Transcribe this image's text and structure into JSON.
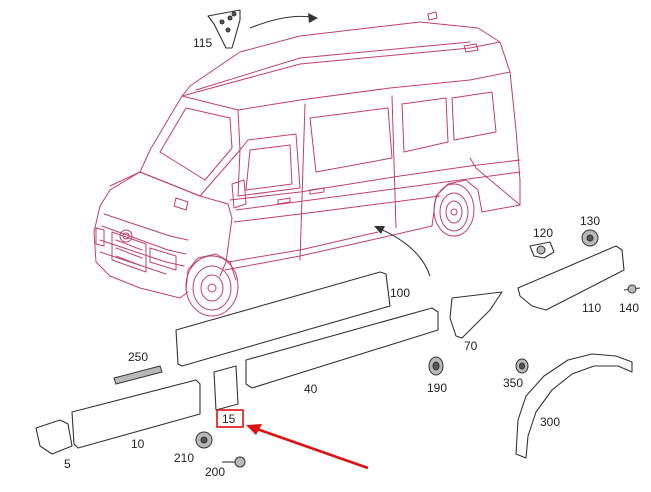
{
  "labels": {
    "p115": "115",
    "p100": "100",
    "p120": "120",
    "p130": "130",
    "p110": "110",
    "p140": "140",
    "p250": "250",
    "p70": "70",
    "p190": "190",
    "p350": "350",
    "p40": "40",
    "p300": "300",
    "p15": "15",
    "p10": "10",
    "p5": "5",
    "p210": "210",
    "p200": "200"
  },
  "colors": {
    "van_outline": "#c0406a",
    "highlight": "#dd1111",
    "part_outline": "#333333"
  },
  "highlighted_part": "15"
}
